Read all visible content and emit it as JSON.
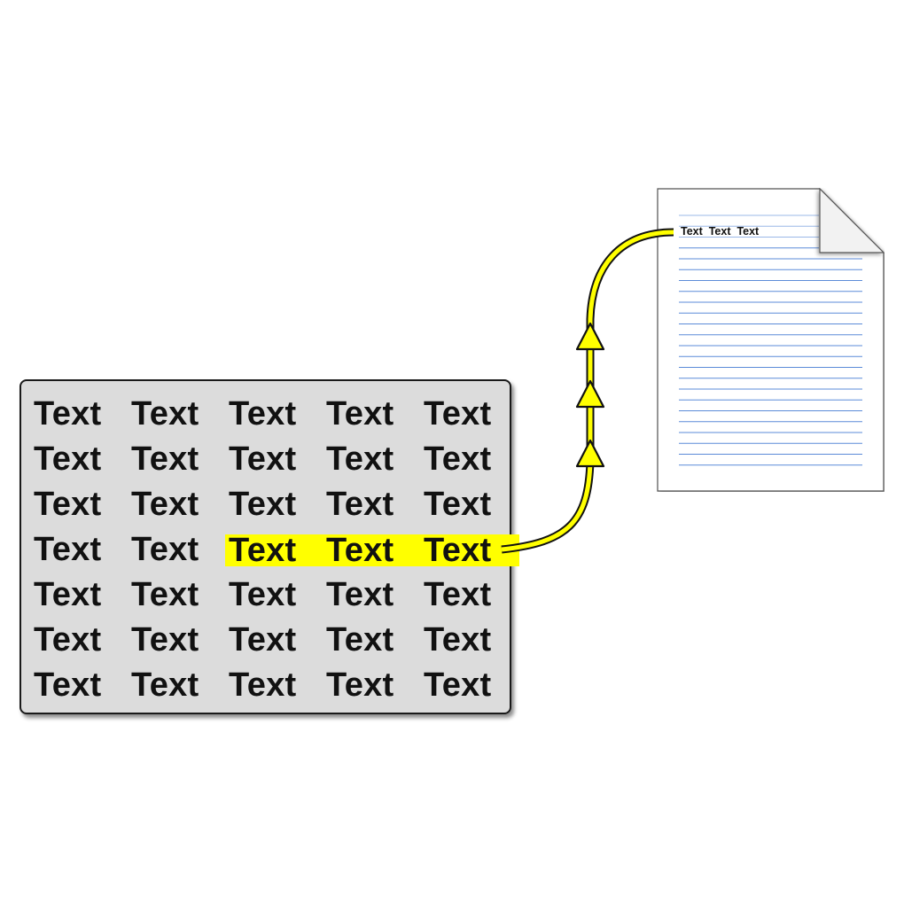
{
  "source_panel": {
    "rows": [
      [
        "Text",
        "Text",
        "Text",
        "Text",
        "Text"
      ],
      [
        "Text",
        "Text",
        "Text",
        "Text",
        "Text"
      ],
      [
        "Text",
        "Text",
        "Text",
        "Text",
        "Text"
      ],
      [
        "Text",
        "Text",
        "Text",
        "Text",
        "Text"
      ],
      [
        "Text",
        "Text",
        "Text",
        "Text",
        "Text"
      ],
      [
        "Text",
        "Text",
        "Text",
        "Text",
        "Text"
      ],
      [
        "Text",
        "Text",
        "Text",
        "Text",
        "Text"
      ]
    ],
    "selection": {
      "row": 3,
      "cols": [
        2,
        3,
        4
      ]
    }
  },
  "document": {
    "heading": "Text  Text  Text",
    "ruled_line_count": 24
  },
  "connector": {
    "arrow_count": 3,
    "icon": "up-arrowhead-icon"
  },
  "colors": {
    "highlight": "#ffff00",
    "panel": "#dcdcdc",
    "ruled_line": "#4a7fd4",
    "outline": "#1a1a1a"
  }
}
